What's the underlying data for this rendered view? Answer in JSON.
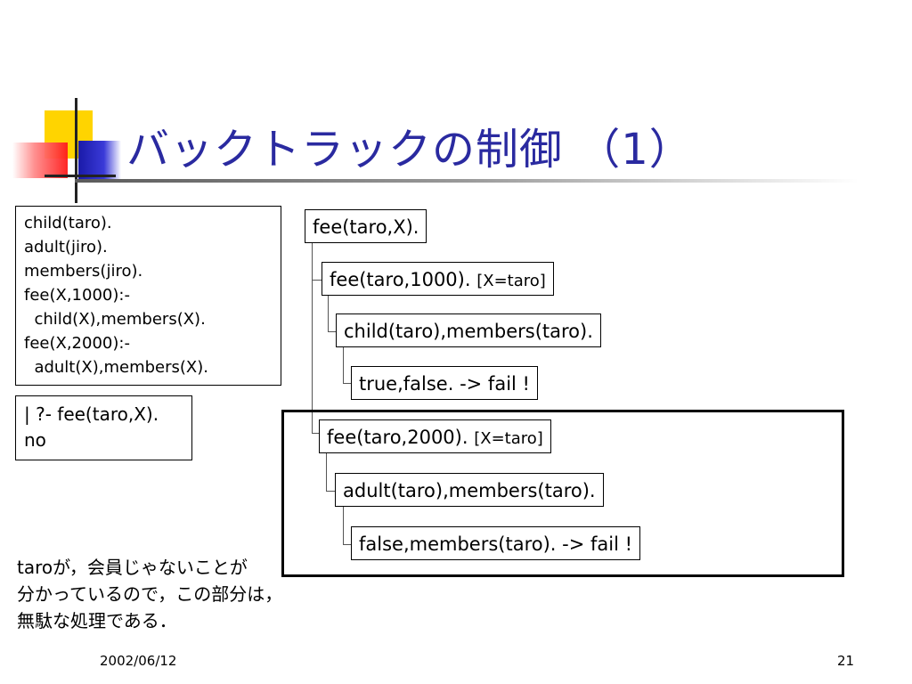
{
  "slide": {
    "title": "バックトラックの制御 （1）",
    "program_lines": [
      "child(taro).",
      "adult(jiro).",
      "members(jiro).",
      "fee(X,1000):-",
      "  child(X),members(X).",
      "fee(X,2000):-",
      "  adult(X),members(X)."
    ],
    "query": {
      "line1": "| ?- fee(taro,X).",
      "line2": "no"
    },
    "tree": {
      "root": "fee(taro,X).",
      "branch1": {
        "goal": "fee(taro,1000).",
        "binding": "[X=taro]"
      },
      "branch1_child": "child(taro),members(taro).",
      "branch1_leaf": "true,false. -> fail !",
      "branch2": {
        "goal": "fee(taro,2000).",
        "binding": "[X=taro]"
      },
      "branch2_child": "adult(taro),members(taro).",
      "branch2_leaf": "false,members(taro). -> fail !"
    },
    "note_lines": [
      "taroが，会員じゃないことが",
      "分かっているので，この部分は，",
      "無駄な処理である．"
    ],
    "footer": {
      "date": "2002/06/12",
      "page": "21"
    }
  }
}
